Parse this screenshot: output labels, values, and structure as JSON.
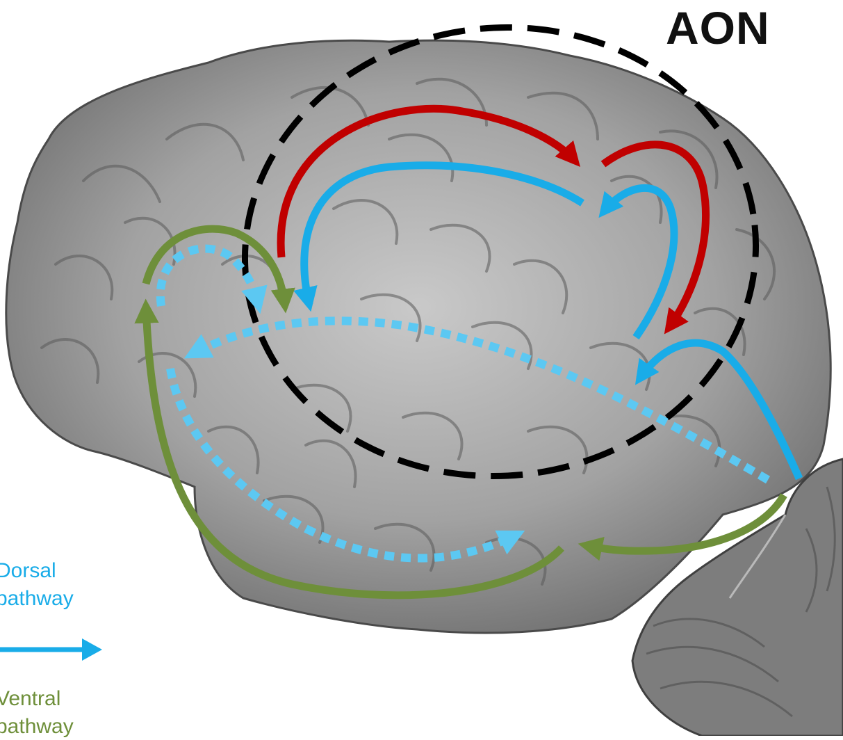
{
  "diagram": {
    "region_label": "AON",
    "legend": {
      "dorsal": {
        "line1": "Dorsal",
        "line2": "pathway"
      },
      "ventral": {
        "line1": "Ventral",
        "line2": "pathway"
      }
    },
    "colors": {
      "dorsal": "#19ace8",
      "dorsal_dotted": "#5cc8f2",
      "ventral": "#6e8f3a",
      "aon_loop": "#c00000",
      "aon_boundary": "#000000",
      "brain": "#a9a9a9",
      "cerebellum": "#7d7d7d"
    },
    "icons": [
      "brain-illustration",
      "cerebellum-illustration"
    ]
  }
}
